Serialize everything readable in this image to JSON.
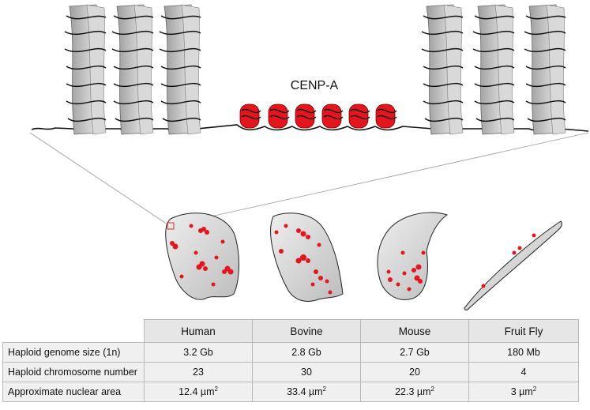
{
  "diagram": {
    "label": "CENP-A"
  },
  "table": {
    "columns": [
      "Human",
      "Bovine",
      "Mouse",
      "Fruit Fly"
    ],
    "rows": [
      {
        "label": "Haploid genome size (1n)",
        "values": [
          "3.2 Gb",
          "2.8 Gb",
          "2.7 Gb",
          "180 Mb"
        ]
      },
      {
        "label": "Haploid chromosome number",
        "values": [
          "23",
          "30",
          "20",
          "4"
        ]
      },
      {
        "label": "Approximate nuclear area",
        "values": [
          "12.4 µm",
          "33.4 µm",
          "22.3 µm",
          "3 µm"
        ],
        "unit_superscript": "2"
      }
    ]
  },
  "colors": {
    "nucleosome": "#e3161e",
    "chromatin_fill": "#bdbdbd",
    "nucleus_fill": "#d9d9d9",
    "line": "#111111"
  }
}
